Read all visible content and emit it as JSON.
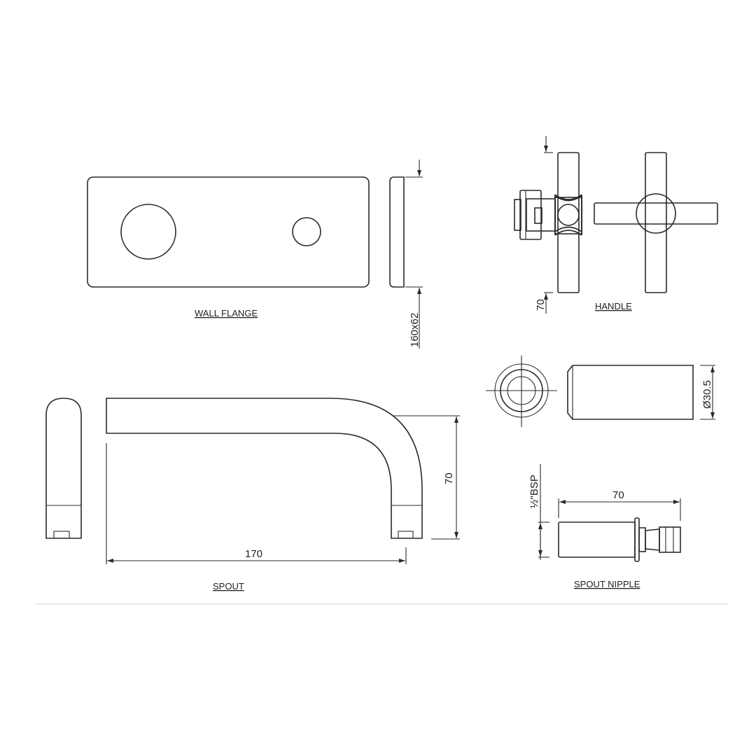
{
  "drawing": {
    "stroke_color": "#2a2a2a",
    "divider_color": "#dcdcdc",
    "background": "#ffffff"
  },
  "parts": {
    "wall_flange": {
      "label": "WALL FLANGE",
      "dimension": "160x62"
    },
    "handle": {
      "label": "HANDLE",
      "dimension": "70"
    },
    "handle_body": {
      "dimension": "Ø30.5"
    },
    "spout": {
      "label": "SPOUT",
      "length": "170",
      "height": "70"
    },
    "spout_nipple": {
      "label": "SPOUT NIPPLE",
      "length": "70",
      "thread": "½\"BSP"
    }
  }
}
